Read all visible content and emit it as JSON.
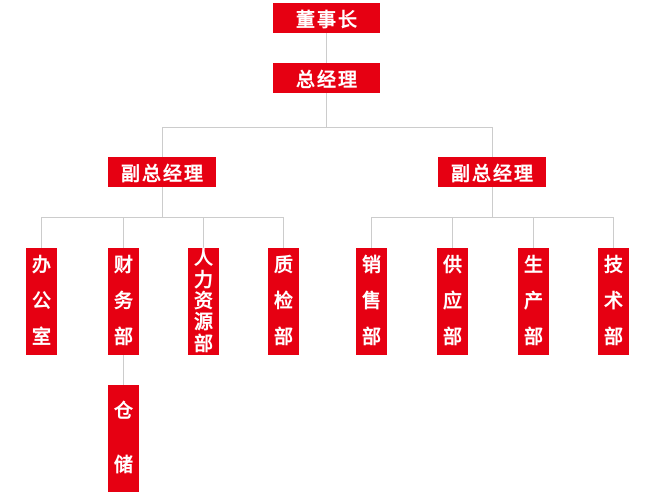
{
  "org_chart": {
    "colors": {
      "box_red": "#e60012",
      "text_white": "#ffffff",
      "line_gray": "#cccccc"
    },
    "nodes": {
      "chairman": {
        "label": "董事长"
      },
      "general_manager": {
        "label": "总经理"
      },
      "deputy_gm_left": {
        "label": "副总经理"
      },
      "deputy_gm_right": {
        "label": "副总经理"
      },
      "office": {
        "label": "办公室"
      },
      "finance": {
        "label": "财务部"
      },
      "hr": {
        "label": "人力资源部"
      },
      "quality": {
        "label": "质检部"
      },
      "warehouse": {
        "label": "仓储"
      },
      "sales": {
        "label": "销售部"
      },
      "supply": {
        "label": "供应部"
      },
      "production": {
        "label": "生产部"
      },
      "technology": {
        "label": "技术部"
      }
    },
    "hierarchy": {
      "chairman": [
        "general_manager"
      ],
      "general_manager": [
        "deputy_gm_left",
        "deputy_gm_right"
      ],
      "deputy_gm_left": [
        "office",
        "finance",
        "hr",
        "quality"
      ],
      "finance": [
        "warehouse"
      ],
      "deputy_gm_right": [
        "sales",
        "supply",
        "production",
        "technology"
      ]
    }
  }
}
